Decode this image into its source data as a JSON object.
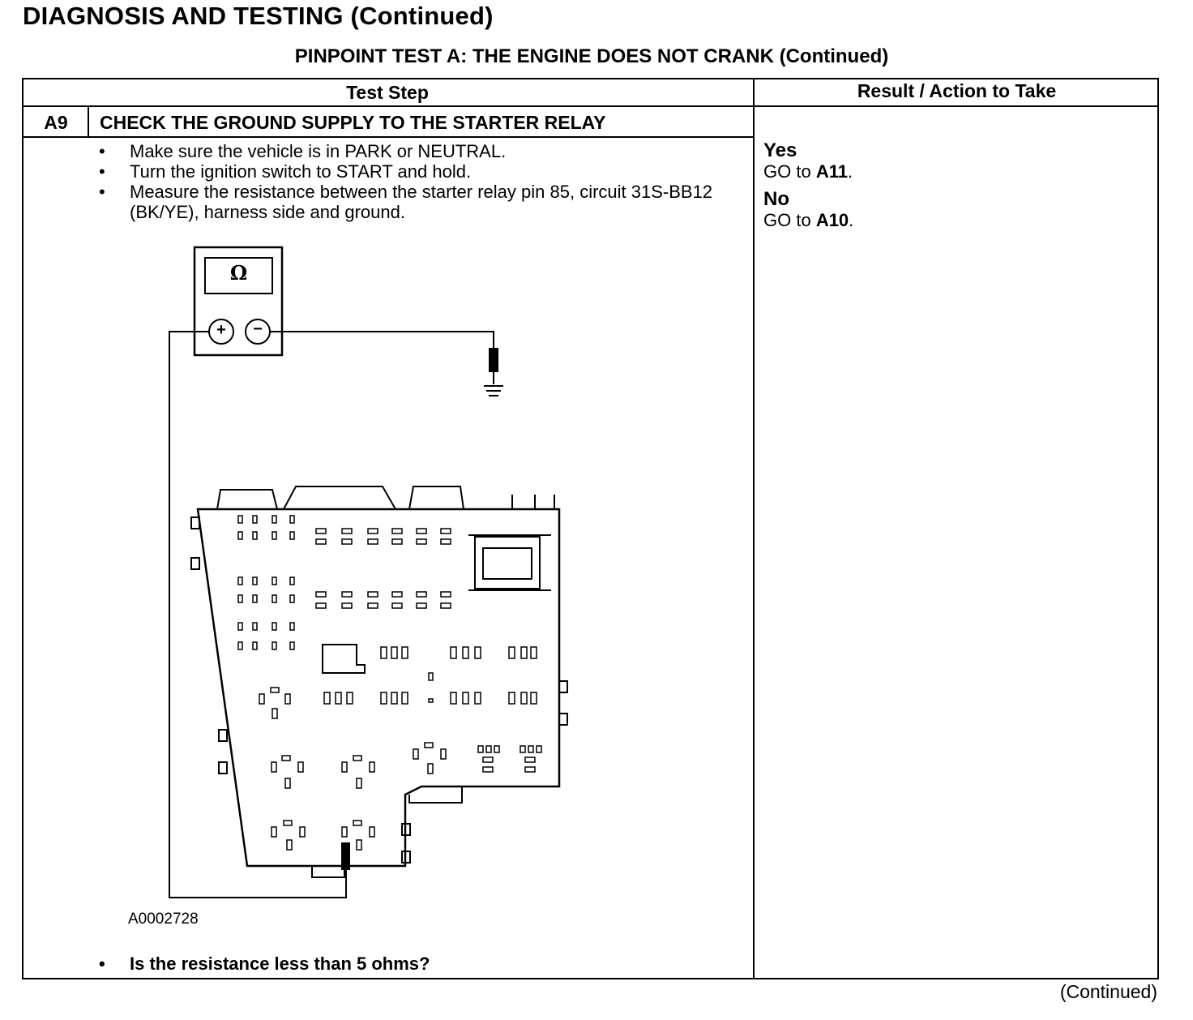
{
  "page": {
    "section_title": "DIAGNOSIS AND TESTING (Continued)",
    "test_title": "PINPOINT TEST A: THE ENGINE DOES NOT CRANK (Continued)",
    "continued_label": "(Continued)"
  },
  "table": {
    "col_test_step": "Test Step",
    "col_result": "Result / Action to Take"
  },
  "step": {
    "id": "A9",
    "title": "CHECK THE GROUND SUPPLY TO THE STARTER RELAY",
    "instructions": [
      "Make sure the vehicle is in PARK or NEUTRAL.",
      "Turn the ignition switch to START and hold.",
      "Measure the resistance between the starter relay pin 85, circuit 31S-BB12 (BK/YE), harness side and ground."
    ],
    "figure_id": "A0002728",
    "meter_symbol": "Ω",
    "meter_plus": "+",
    "meter_minus": "−",
    "question": "Is the resistance less than 5 ohms?"
  },
  "results": {
    "yes_label": "Yes",
    "yes_action_prefix": "GO to",
    "yes_target": "A11",
    "no_label": "No",
    "no_action_prefix": "GO to",
    "no_target": "A10"
  }
}
